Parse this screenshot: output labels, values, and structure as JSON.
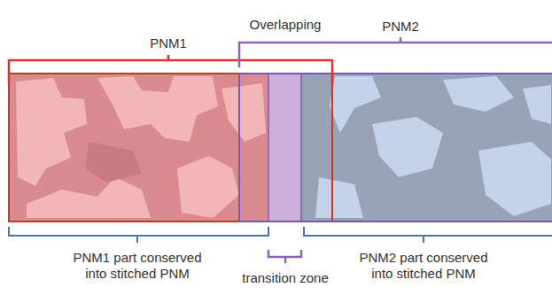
{
  "diagram": {
    "labels": [
      "Overlapping",
      "PNM1",
      "PNM2",
      "PNM1 part conserved into stitched PNM",
      "transition zone",
      "PNM2 part conserved into stitched PNM"
    ]
  }
}
